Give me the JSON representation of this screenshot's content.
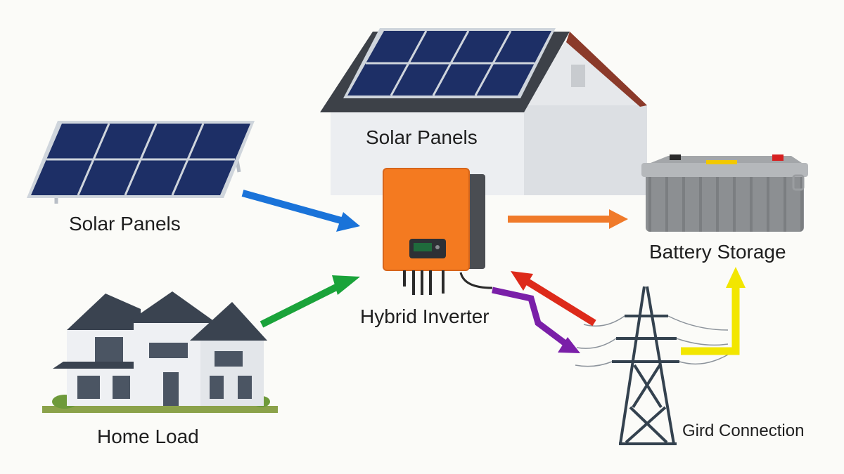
{
  "diagram": {
    "labels": {
      "roof_panels": "Solar Panels",
      "ground_panels": "Solar Panels",
      "inverter": "Hybrid Inverter",
      "battery": "Battery Storage",
      "home": "Home Load",
      "grid": "Gird Connection"
    },
    "flows": [
      {
        "from": "ground_panels",
        "to": "inverter",
        "color": "#1a73d9"
      },
      {
        "from": "home",
        "to": "inverter",
        "color": "#1aa33a"
      },
      {
        "from": "inverter",
        "to": "battery",
        "color": "#f07a2a"
      },
      {
        "from": "grid",
        "to": "inverter",
        "color": "#dd2a1a"
      },
      {
        "from": "inverter",
        "to": "grid",
        "color": "#7a1fa8"
      },
      {
        "from": "grid",
        "to": "battery",
        "color": "#f2e600"
      }
    ],
    "colors": {
      "panel": "#1d2f66",
      "panel_frame": "#cfd5dc",
      "inverter_body": "#f47a20",
      "battery_body": "#8c8f92",
      "house_roof": "#3a4350",
      "house_wall": "#eef0f3",
      "tower": "#34424f"
    }
  }
}
